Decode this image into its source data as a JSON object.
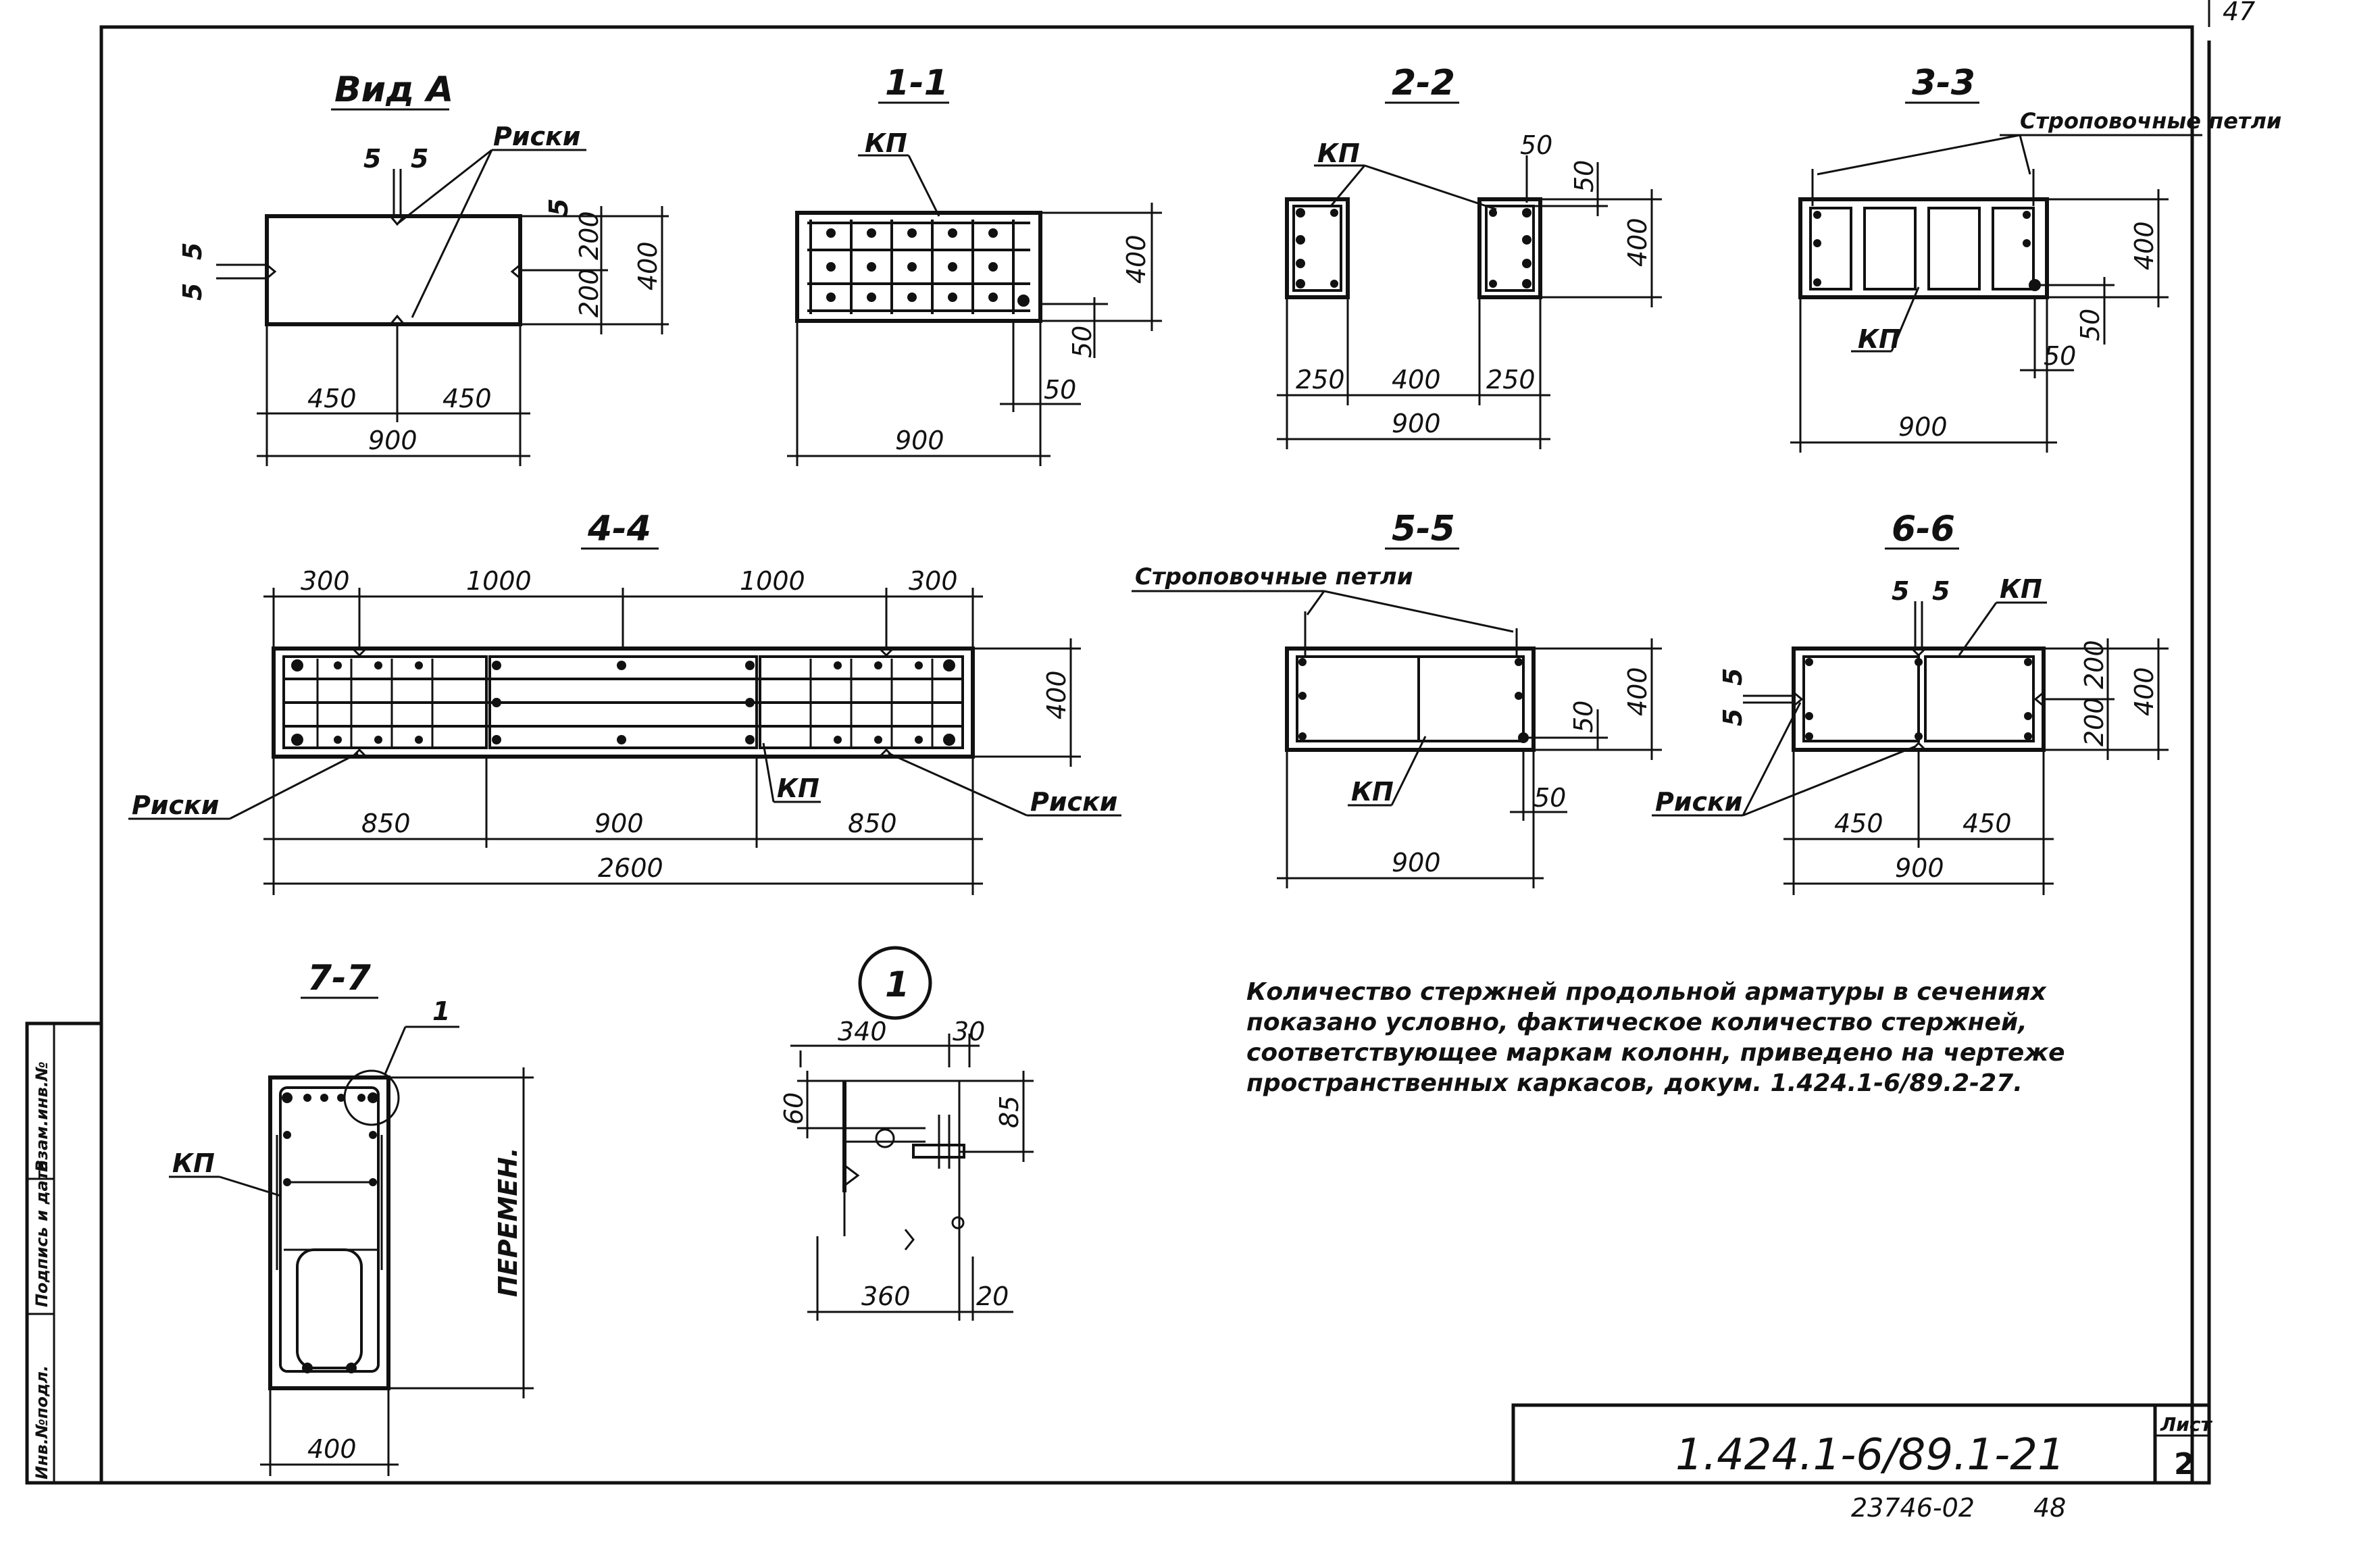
{
  "sheet": {
    "corner_number": "47",
    "document_code": "1.424.1-6/89.1-21",
    "sheet_label": "Лист",
    "sheet_number": "2",
    "archive_number": "23746-02",
    "archive_page": "48",
    "side_stamp": [
      "Инв.№подл.",
      "Подпись и дата",
      "Взам.инв.№"
    ]
  },
  "views": {
    "vid_a": {
      "title": "Вид А",
      "dims": {
        "top5a": "5",
        "top5b": "5",
        "right5": "5",
        "left5a": "5",
        "left5b": "5",
        "h200a": "200",
        "h200b": "200",
        "h400": "400",
        "w450a": "450",
        "w450b": "450",
        "w900": "900"
      },
      "label_riski": "Риски"
    },
    "s11": {
      "title": "1-1",
      "label_kp": "КП",
      "dims": {
        "h400": "400",
        "d50a": "50",
        "d50b": "50",
        "w900": "900"
      }
    },
    "s22": {
      "title": "2-2",
      "label_kp": "КП",
      "dims": {
        "d50a": "50",
        "d50b": "50",
        "h400": "400",
        "w250a": "250",
        "w400": "400",
        "w250b": "250",
        "w900": "900"
      }
    },
    "s33": {
      "title": "3-3",
      "label_loops": "Строповочные петли",
      "label_kp": "КП",
      "dims": {
        "h400": "400",
        "d50a": "50",
        "d50b": "50",
        "w900": "900"
      }
    },
    "s44": {
      "title": "4-4",
      "dims": {
        "t300a": "300",
        "t1000a": "1000",
        "t1000b": "1000",
        "t300b": "300",
        "h400": "400",
        "b850a": "850",
        "b900": "900",
        "b850b": "850",
        "b2600": "2600"
      },
      "label_riski_left": "Риски",
      "label_riski_right": "Риски",
      "label_kp": "КП"
    },
    "s55": {
      "title": "5-5",
      "label_loops": "Строповочные петли",
      "label_kp": "КП",
      "dims": {
        "h400": "400",
        "d50a": "50",
        "d50b": "50",
        "w900": "900"
      }
    },
    "s66": {
      "title": "6-6",
      "label_kp": "КП",
      "label_riski": "Риски",
      "dims": {
        "t5a": "5",
        "t5b": "5",
        "l5a": "5",
        "l5b": "5",
        "h200a": "200",
        "h200b": "200",
        "h400": "400",
        "w450a": "450",
        "w450b": "450",
        "w900": "900"
      }
    },
    "s77": {
      "title": "7-7",
      "label_kp": "КП",
      "callout": "1",
      "label_variable": "ПЕРЕМЕН.",
      "dims": {
        "w400": "400"
      }
    },
    "detail1": {
      "title": "1",
      "dims": {
        "d340": "340",
        "d30": "30",
        "d60": "60",
        "d85": "85",
        "d360": "360",
        "d20": "20"
      }
    }
  },
  "note_lines": [
    "Количество стержней продольной арматуры в сечениях",
    "показано условно, фактическое количество стержней,",
    "соответствующее маркам колонн, приведено на чертеже",
    "пространственных каркасов, докум. 1.424.1-6/89.2-27."
  ]
}
